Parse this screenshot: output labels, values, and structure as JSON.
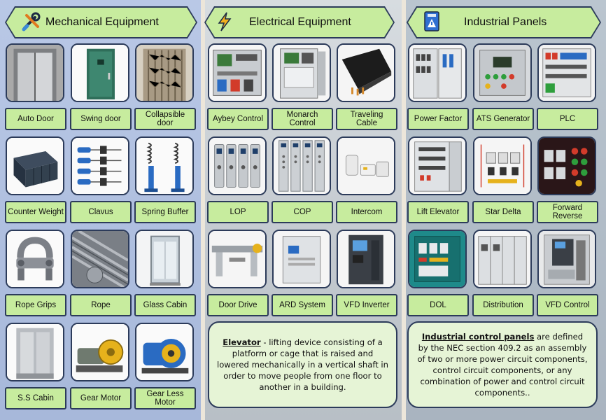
{
  "columns": [
    {
      "header": "Mechanical Equipment",
      "header_icon": "tools-icon",
      "items": [
        "Auto Door",
        "Swing door",
        "Collapsible door",
        "Counter Weight",
        "Clavus",
        "Spring Buffer",
        "Rope Grips",
        "Rope",
        "Glass Cabin",
        "S.S Cabin",
        "Gear Motor",
        "Gear Less Motor"
      ]
    },
    {
      "header": "Electrical Equipment",
      "header_icon": "lightning-icon",
      "items": [
        "Aybey Control",
        "Monarch Control",
        "Traveling Cable",
        "LOP",
        "COP",
        "Intercom",
        "Door Drive",
        "ARD System",
        "VFD Inverter"
      ],
      "description": {
        "term": "Elevator",
        "text": " - lifting device consisting of a platform or cage that is raised and lowered mechanically in a vertical shaft in order to move people from one floor to another in a building."
      }
    },
    {
      "header": "Industrial Panels",
      "header_icon": "panel-icon",
      "items": [
        "Power Factor",
        "ATS Generator",
        "PLC",
        "Lift Elevator",
        "Star Delta",
        "Forward Reverse",
        "DOL",
        "Distribution",
        "VFD Control"
      ],
      "description": {
        "term": "Industrial control panels",
        "text": " are defined by the NEC section 409.2 as an assembly of two or more power circuit components, control circuit components, or any combination of power and control circuit components.."
      }
    }
  ],
  "colors": {
    "label_bg": "#c7ec9e",
    "border": "#2c3b5a",
    "desc_bg": "#e6f4d6"
  }
}
